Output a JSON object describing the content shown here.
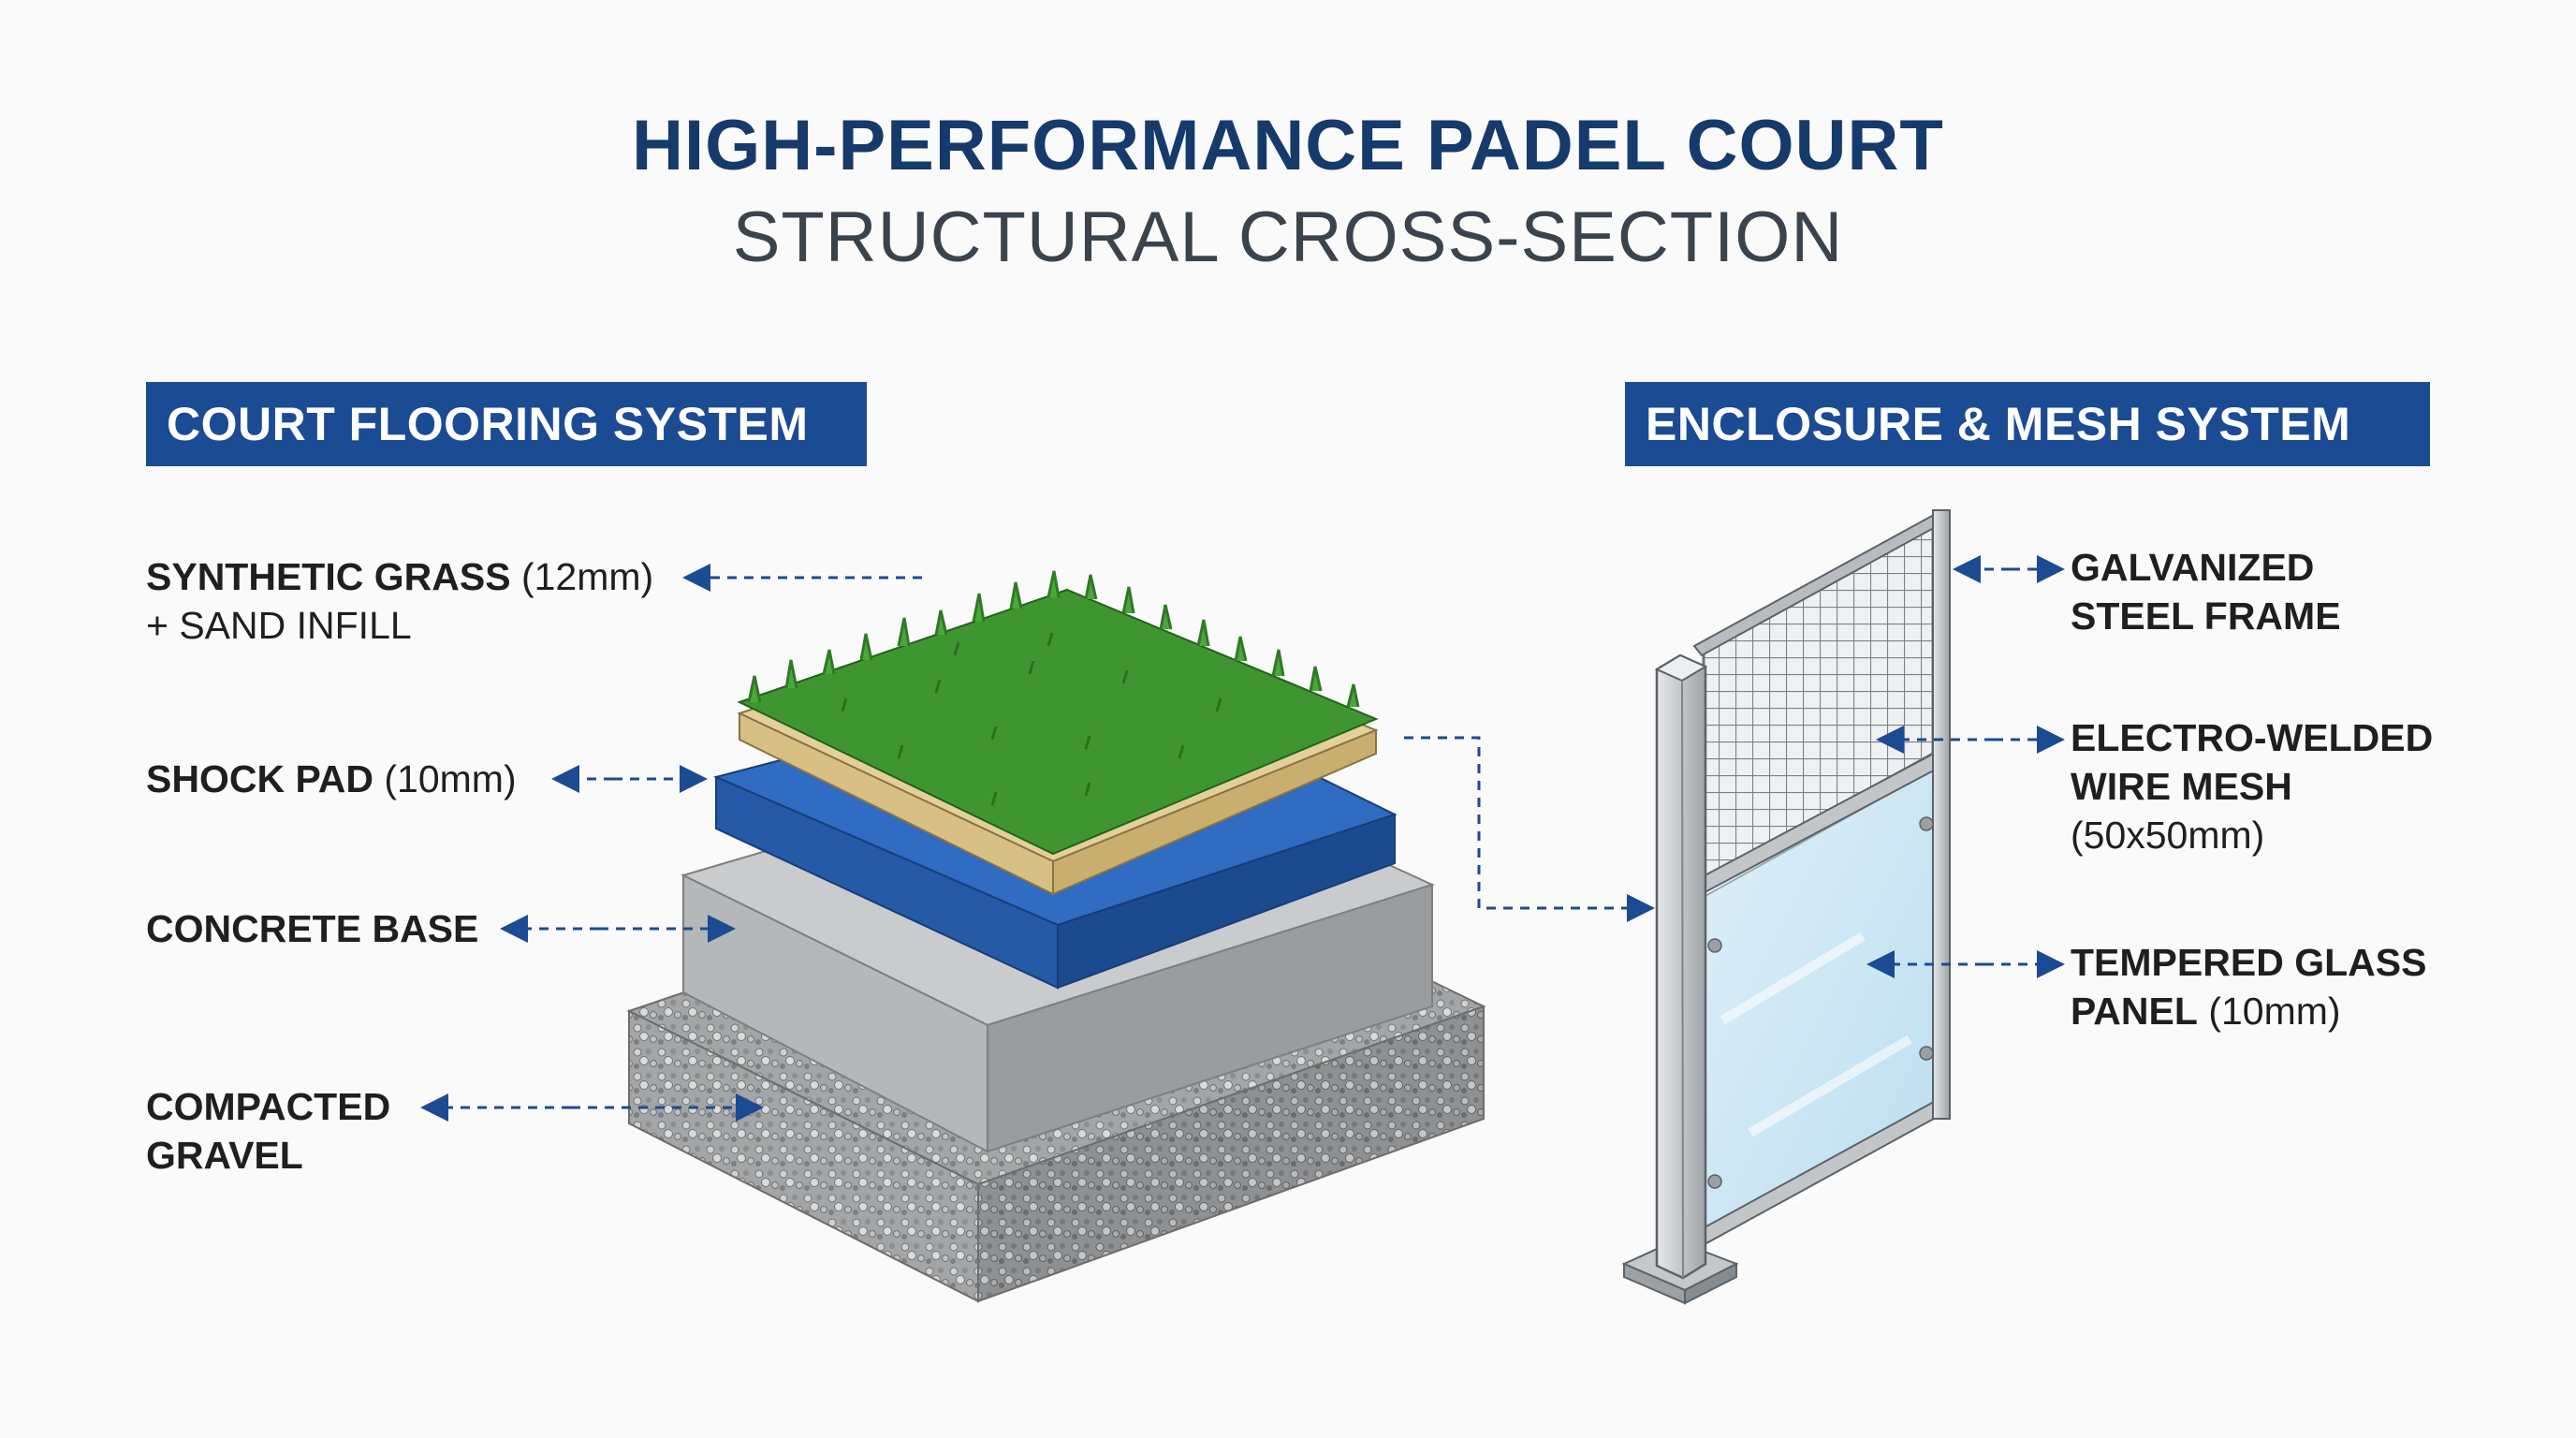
{
  "title": {
    "main": "HIGH-PERFORMANCE PADEL COURT",
    "sub": "STRUCTURAL CROSS-SECTION"
  },
  "sections": {
    "flooring": "COURT FLOORING SYSTEM",
    "enclosure": "ENCLOSURE & MESH SYSTEM"
  },
  "flooring_labels": {
    "grass": {
      "name": "SYNTHETIC GRASS",
      "spec": " (12mm)",
      "line2": "+ SAND INFILL"
    },
    "shock_pad": {
      "name": "SHOCK PAD",
      "spec": " (10mm)"
    },
    "concrete": {
      "name": "CONCRETE BASE"
    },
    "gravel": {
      "line1": "COMPACTED",
      "line2": "GRAVEL"
    }
  },
  "enclosure_labels": {
    "frame": {
      "line1": "GALVANIZED",
      "line2": "STEEL FRAME"
    },
    "mesh": {
      "line1": "ELECTRO-WELDED",
      "line2": "WIRE MESH",
      "line3": "(50x50mm)"
    },
    "glass": {
      "line1": "TEMPERED GLASS",
      "line2": "PANEL",
      "spec": " (10mm)"
    }
  },
  "colors": {
    "title": "#163a6b",
    "section_header_bg": "#1b4b93",
    "leader_arrow": "#1b4b93",
    "grass": "#3d8f2e",
    "shock_pad": "#2a63b8",
    "concrete": "#b9bbbd",
    "gravel": "#a6a8aa",
    "steel": "#c6cacd",
    "glass": "#cfe6f3"
  }
}
